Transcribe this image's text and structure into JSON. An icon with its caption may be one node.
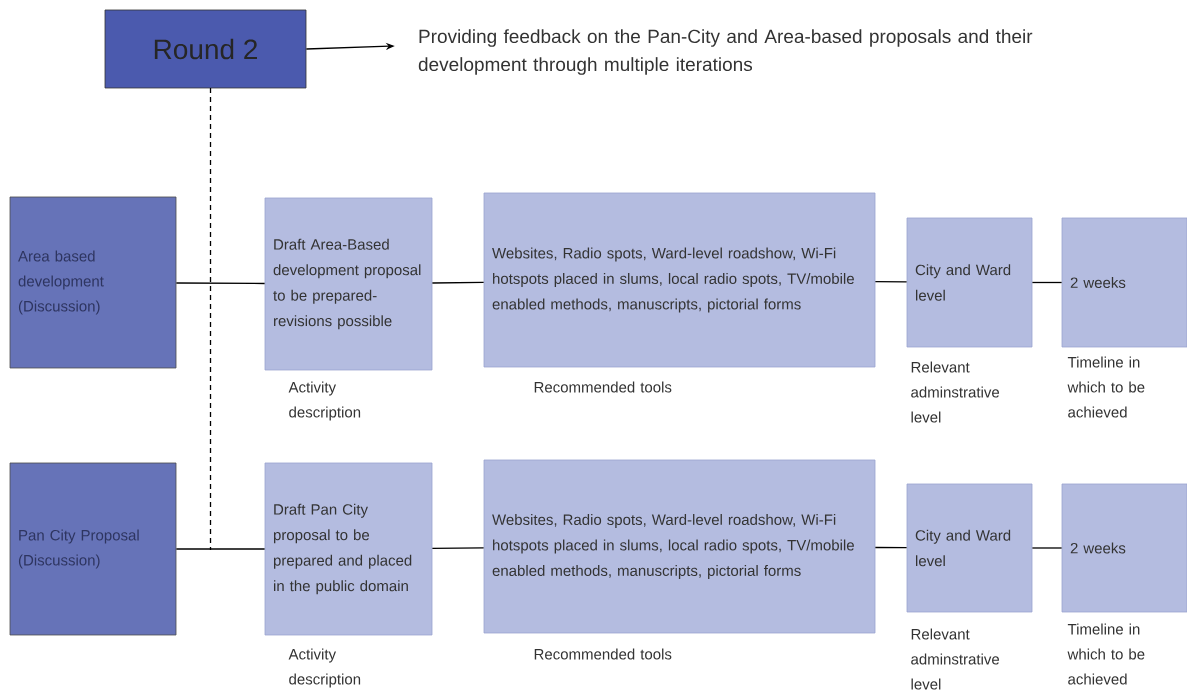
{
  "diagram": {
    "nodes": [
      {
        "text": [
          "Round 2"
        ]
      },
      {
        "text": [
          "Providing feedback on the Pan-City and Area-based proposals and their development through multiple iterations"
        ]
      },
      {
        "text": [
          "Area based development (Discussion)"
        ]
      },
      {
        "text": [
          "Draft Area-Based development proposal to be prepared-revisions possible"
        ],
        "beside": [
          "Activity description"
        ]
      },
      {
        "text": [
          "Websites, Radio spots, Ward-level roadshow, Wi-Fi hotspots placed in slums, local radio spots, TV/mobile enabled methods, manuscripts, pictorial forms"
        ],
        "beside": [
          "Recommended tools"
        ]
      },
      {
        "text": [
          "City and Ward level"
        ],
        "beside": [
          "Relevant adminstrative level"
        ]
      },
      {
        "text": [
          "2 weeks"
        ],
        "beside": [
          "Timeline in which to be achieved"
        ]
      },
      {
        "text": [
          "Pan City Proposal (Discussion)"
        ]
      },
      {
        "text": [
          "Draft Pan City proposal to be prepared and placed in the public domain"
        ],
        "beside": [
          "Activity description"
        ]
      },
      {
        "text": [
          "Websites, Radio spots, Ward-level roadshow, Wi-Fi hotspots placed in slums, local radio spots, TV/mobile enabled methods, manuscripts, pictorial forms"
        ],
        "beside": [
          "Recommended tools"
        ]
      },
      {
        "text": [
          "City and Ward level"
        ],
        "beside": [
          "Relevant adminstrative level"
        ]
      },
      {
        "text": [
          "2 weeks"
        ],
        "beside": [
          "Timeline in which to be achieved"
        ]
      }
    ],
    "edges": [
      {
        "from": 0,
        "to": 1,
        "arrow": "to"
      },
      {
        "from": 0,
        "to": null,
        "arrow": "none",
        "style": "dashed"
      },
      {
        "from": 2,
        "to": 3,
        "arrow": "none"
      },
      {
        "from": 3,
        "to": 4,
        "arrow": "none"
      },
      {
        "from": 4,
        "to": 5,
        "arrow": "none"
      },
      {
        "from": 5,
        "to": 6,
        "arrow": "none"
      },
      {
        "from": 7,
        "to": 8,
        "arrow": "none"
      },
      {
        "from": 8,
        "to": 9,
        "arrow": "none"
      },
      {
        "from": 9,
        "to": 10,
        "arrow": "none"
      },
      {
        "from": 10,
        "to": 11,
        "arrow": "none"
      }
    ]
  }
}
